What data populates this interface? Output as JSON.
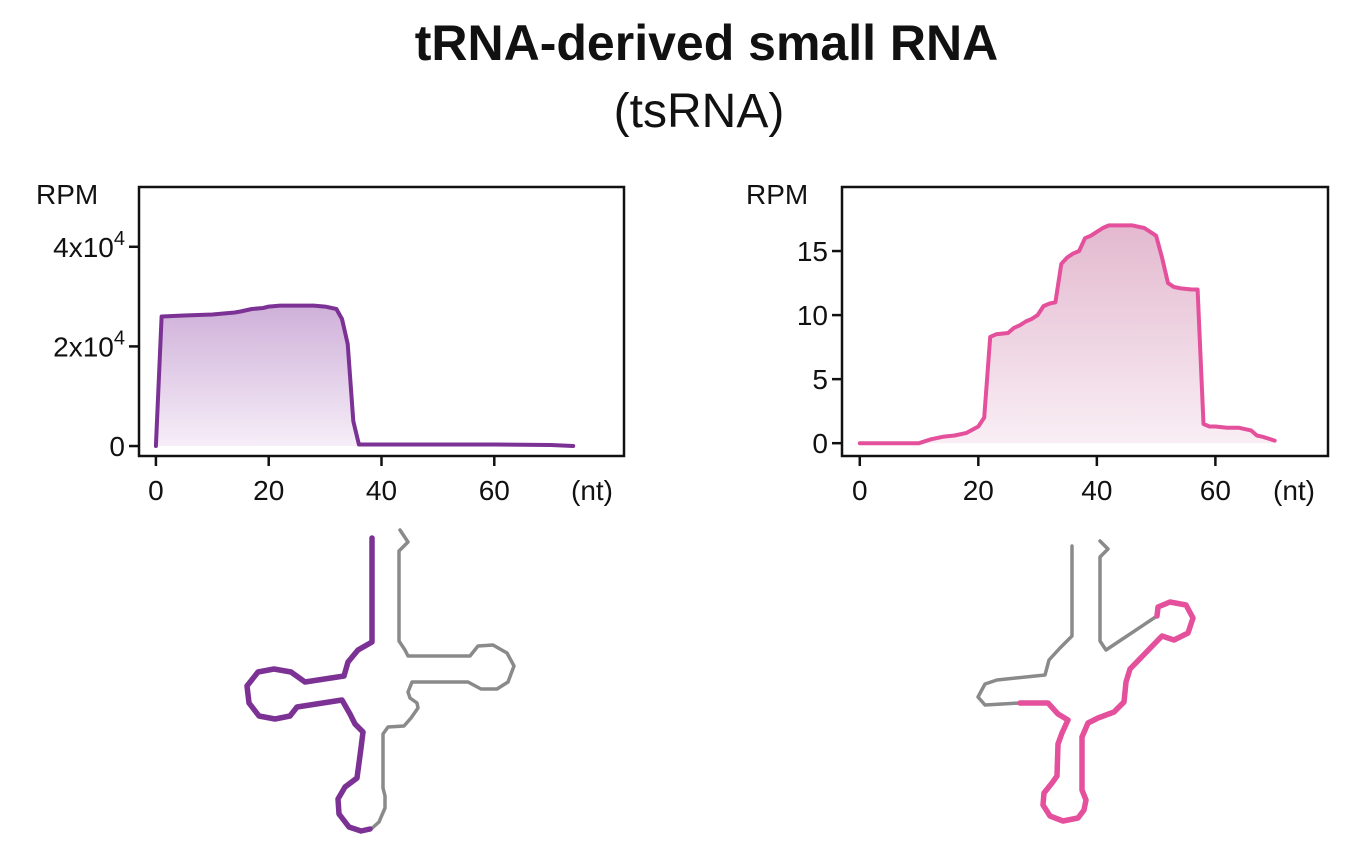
{
  "title": "tRNA-derived small RNA",
  "subtitle": "(tsRNA)",
  "colors": {
    "purple": "#7b3294",
    "purple_fill_top": "#d8bfdf",
    "pink": "#e4509c",
    "pink_fill_top": "#e8c2d6",
    "structure_gray": "#8a8a8a"
  },
  "chart_data": [
    {
      "type": "area",
      "ylabel": "RPM",
      "xlabel": "(nt)",
      "xlim": [
        -3,
        83
      ],
      "ylim": [
        -2000,
        52000
      ],
      "xticks": [
        0,
        20,
        40,
        60
      ],
      "xtick_labels": [
        "0",
        "20",
        "40",
        "60"
      ],
      "yticks": [
        0,
        20000,
        40000
      ],
      "ytick_labels": [
        {
          "base": "0",
          "sup": ""
        },
        {
          "base": "2x10",
          "sup": "4"
        },
        {
          "base": "4x10",
          "sup": "4"
        }
      ],
      "color": "#7b3294",
      "x": [
        0,
        1,
        5,
        10,
        12,
        14,
        15,
        17,
        19,
        20,
        22,
        25,
        28,
        30,
        32,
        33,
        34,
        35,
        36,
        38,
        40,
        50,
        60,
        70,
        74
      ],
      "y": [
        0,
        26000,
        26200,
        26400,
        26600,
        26800,
        27000,
        27500,
        27700,
        28000,
        28200,
        28200,
        28200,
        28000,
        27500,
        25500,
        20500,
        5000,
        300,
        300,
        300,
        300,
        300,
        200,
        0
      ]
    },
    {
      "type": "area",
      "ylabel": "RPM",
      "xlabel": "(nt)",
      "xlim": [
        -3,
        79
      ],
      "ylim": [
        -1,
        20
      ],
      "xticks": [
        0,
        20,
        40,
        60
      ],
      "xtick_labels": [
        "0",
        "20",
        "40",
        "60"
      ],
      "yticks": [
        0,
        5,
        10,
        15
      ],
      "ytick_labels": [
        {
          "base": "0",
          "sup": ""
        },
        {
          "base": "5",
          "sup": ""
        },
        {
          "base": "10",
          "sup": ""
        },
        {
          "base": "15",
          "sup": ""
        }
      ],
      "color": "#e4509c",
      "x": [
        0,
        5,
        10,
        12,
        14,
        16,
        18,
        20,
        21,
        22,
        23,
        25,
        26,
        27,
        28,
        29,
        30,
        31,
        32,
        33,
        34,
        35,
        36,
        37,
        38,
        39,
        40,
        41,
        42,
        44,
        46,
        48,
        50,
        51,
        52,
        53,
        54,
        56,
        57,
        58,
        59,
        60,
        62,
        64,
        66,
        67,
        68,
        70
      ],
      "y": [
        0,
        0,
        0,
        0.3,
        0.5,
        0.6,
        0.8,
        1.3,
        2.0,
        8.3,
        8.5,
        8.6,
        9.0,
        9.2,
        9.5,
        9.7,
        10.0,
        10.7,
        10.9,
        11.0,
        14.0,
        14.5,
        14.8,
        15.0,
        16.0,
        16.2,
        16.5,
        16.8,
        17.0,
        17.0,
        17.0,
        16.8,
        16.2,
        14.5,
        12.5,
        12.2,
        12.1,
        12.0,
        12.0,
        1.5,
        1.3,
        1.3,
        1.2,
        1.2,
        1.0,
        0.6,
        0.5,
        0.2
      ]
    }
  ]
}
